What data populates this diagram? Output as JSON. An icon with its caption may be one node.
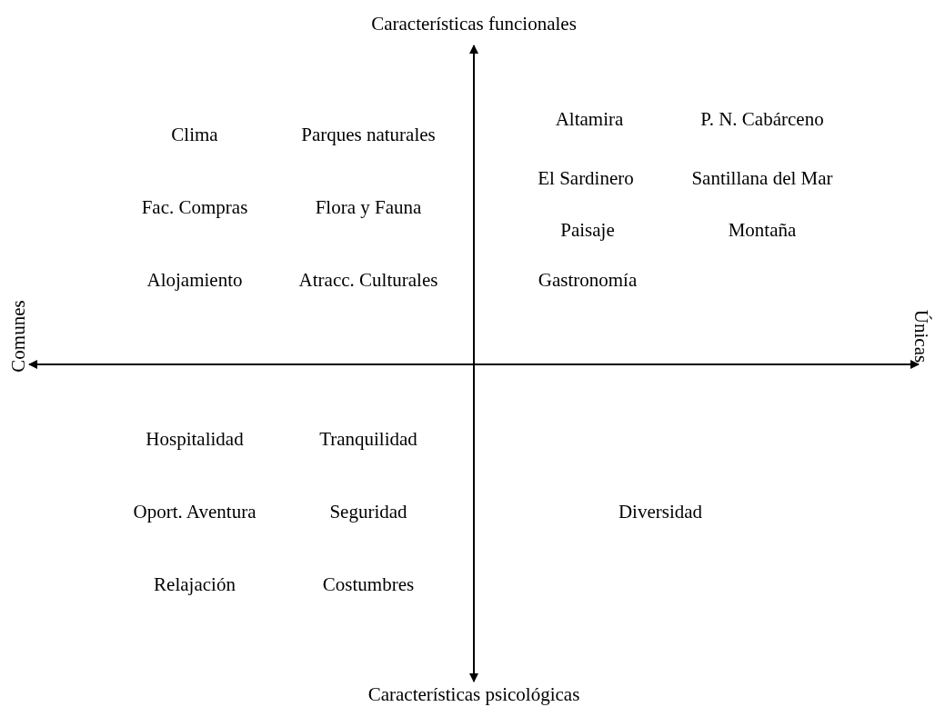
{
  "diagram": {
    "labels": [
      "Características funcionales",
      "Clima",
      "Parques naturales",
      "Altamira",
      "P. N. Cabárceno",
      "Fac. Compras",
      "Flora y Fauna",
      "El Sardinero",
      "Santillana del Mar",
      "Paisaje",
      "Montaña",
      "Alojamiento",
      "Atracc. Culturales",
      "Gastronomía",
      "Comunes",
      "Únicas",
      "Hospitalidad",
      "Tranquilidad",
      "Oport. Aventura",
      "Seguridad",
      "Diversidad",
      "Relajación",
      "Costumbres",
      "Características psicológicas"
    ]
  }
}
